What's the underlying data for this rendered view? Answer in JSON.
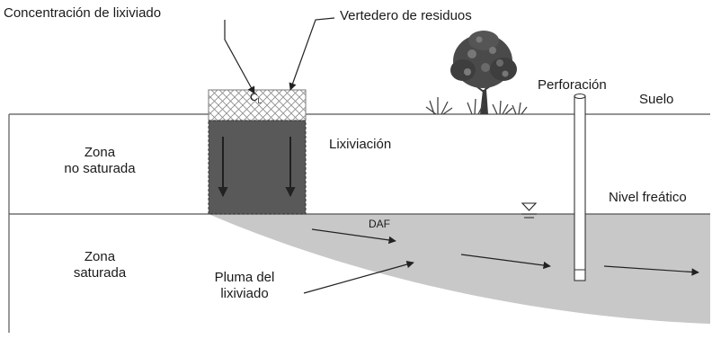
{
  "labels": {
    "leachate_concentration": "Concentración de lixiviado",
    "landfill": "Vertedero de residuos",
    "concentration_symbol": "C",
    "concentration_subscript": "L",
    "borehole": "Perforación",
    "ground": "Suelo",
    "unsaturated_zone_line1": "Zona",
    "unsaturated_zone_line2": "no saturada",
    "leaching": "Lixiviación",
    "water_table": "Nivel freático",
    "daf": "DAF",
    "saturated_zone_line1": "Zona",
    "saturated_zone_line2": "saturada",
    "plume_line1": "Pluma del",
    "plume_line2": "lixiviado"
  },
  "colors": {
    "landfill_fill": "#595959",
    "plume_fill": "#c8c8c8",
    "line": "#555555",
    "tree_foliage": "#4a4a4a"
  }
}
